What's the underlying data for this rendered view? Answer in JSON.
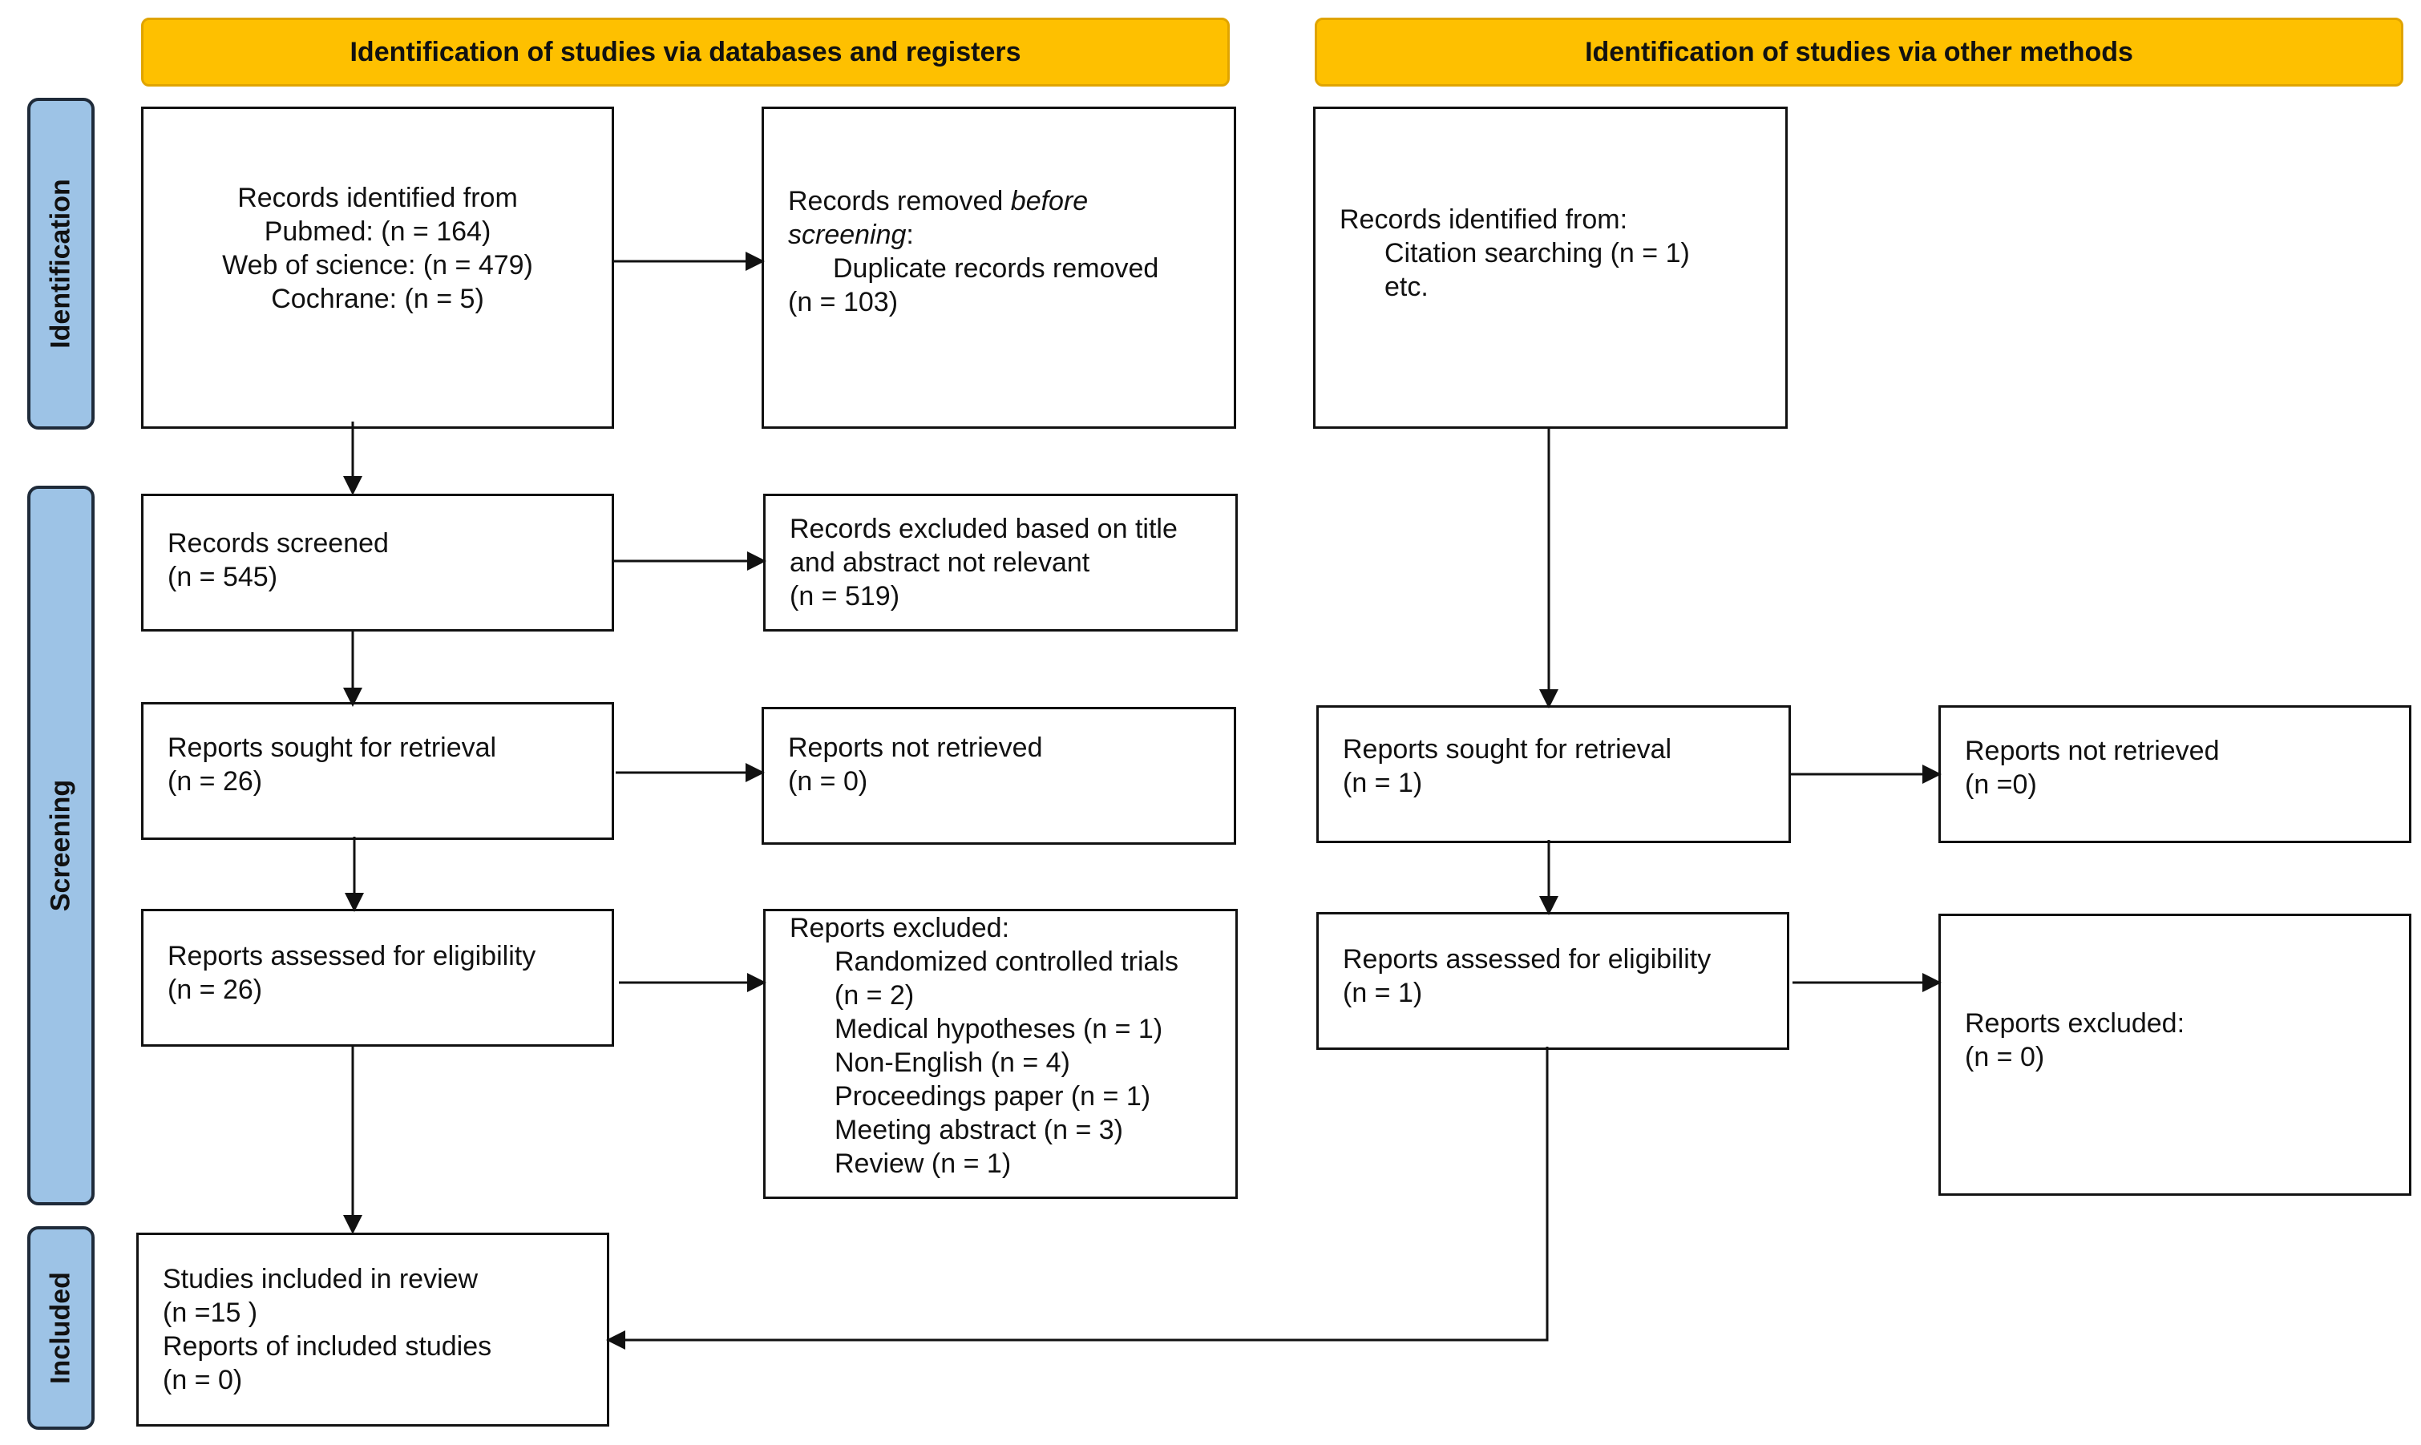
{
  "headers": {
    "left": "Identification of studies via databases and registers",
    "right": "Identification of studies via other methods"
  },
  "phases": {
    "identification": "Identification",
    "screening": "Screening",
    "included": "Included"
  },
  "db": {
    "identified": {
      "line1": "Records identified from",
      "line2": "Pubmed: (n = 164)",
      "line3": "Web of science: (n = 479)",
      "line4": "Cochrane: (n = 5)"
    },
    "removed": {
      "prefix": "Records removed ",
      "italic1": "before",
      "italic2": "screening",
      "suffix": ":",
      "line2": "Duplicate records removed",
      "line3": "(n = 103)"
    },
    "screened": {
      "line1": "Records screened",
      "line2": "(n = 545)"
    },
    "excluded_title": {
      "line1": "Records excluded based on title",
      "line2": "and abstract not relevant",
      "line3": "(n = 519)"
    },
    "sought": {
      "line1": "Reports sought for retrieval",
      "line2": "(n = 26)"
    },
    "not_retrieved": {
      "line1": "Reports not retrieved",
      "line2": "(n = 0)"
    },
    "assessed": {
      "line1": "Reports assessed for eligibility",
      "line2": "(n = 26)"
    },
    "excluded_reports": {
      "title": "Reports excluded:",
      "items": [
        "Randomized controlled trials",
        "(n = 2)",
        "Medical hypotheses (n = 1)",
        "Non-English (n = 4)",
        "Proceedings paper (n = 1)",
        "Meeting abstract (n = 3)",
        "Review (n = 1)"
      ]
    },
    "included": {
      "line1": "Studies included in review",
      "line2": "(n =15 )",
      "line3": "Reports of included studies",
      "line4": "(n = 0)"
    }
  },
  "other": {
    "identified": {
      "line1": "Records identified from:",
      "line2": "Citation searching (n = 1)",
      "line3": "etc."
    },
    "sought": {
      "line1": "Reports sought for retrieval",
      "line2": "(n = 1)"
    },
    "not_retrieved": {
      "line1": "Reports not retrieved",
      "line2": "(n =0)"
    },
    "assessed": {
      "line1": "Reports assessed for eligibility",
      "line2": "(n = 1)"
    },
    "excluded": {
      "line1": "Reports excluded:",
      "line2": "(n = 0)"
    }
  }
}
